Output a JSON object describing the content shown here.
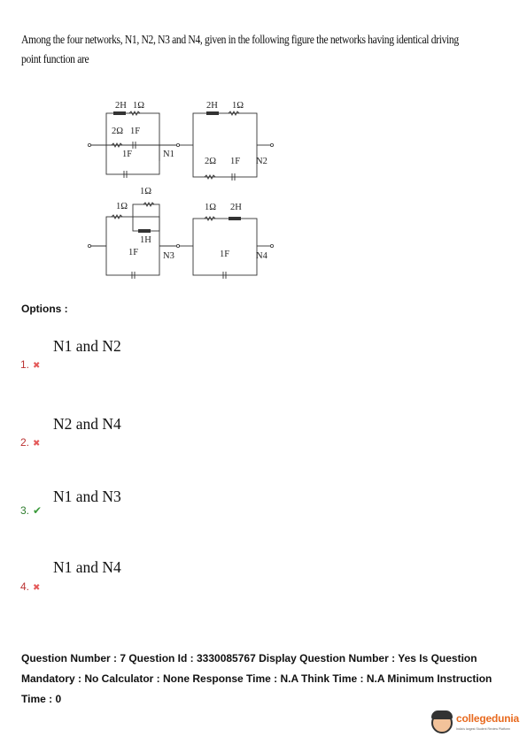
{
  "question": {
    "text": "Among the four networks, N1, N2, N3 and N4, given in the following figure the networks having identical driving point function are"
  },
  "figure": {
    "n1": {
      "label": "N1",
      "top_l": "2H",
      "top_r": "1Ω",
      "mid_l": "2Ω",
      "mid_r": "1F",
      "cap": "1F"
    },
    "n2": {
      "label": "N2",
      "top_l": "2H",
      "top_r": "1Ω",
      "bot_l": "2Ω",
      "bot_r": "1F"
    },
    "n3": {
      "label": "N3",
      "r_top": "1Ω",
      "r_left": "1Ω",
      "ind": "1H",
      "cap": "1F"
    },
    "n4": {
      "label": "N4",
      "top_l": "1Ω",
      "top_r": "2H",
      "cap": "1F"
    }
  },
  "options_label": "Options :",
  "options": [
    {
      "num": "1.",
      "text": "N1 and N2",
      "mark": "✖",
      "correct": false
    },
    {
      "num": "2.",
      "text": "N2 and N4",
      "mark": "✖",
      "correct": false
    },
    {
      "num": "3.",
      "text": "N1 and N3",
      "mark": "✔",
      "correct": true
    },
    {
      "num": "4.",
      "text": "N1 and N4",
      "mark": "✖",
      "correct": false
    }
  ],
  "meta": {
    "line": "Question Number : 7 Question Id : 3330085767 Display Question Number : Yes Is Question Mandatory : No Calculator : None Response Time : N.A Think Time : N.A Minimum Instruction Time : 0"
  },
  "brand": {
    "name": "collegedunia",
    "tagline": "India's largest Student Review Platform",
    "accent": "#e86a1f"
  }
}
